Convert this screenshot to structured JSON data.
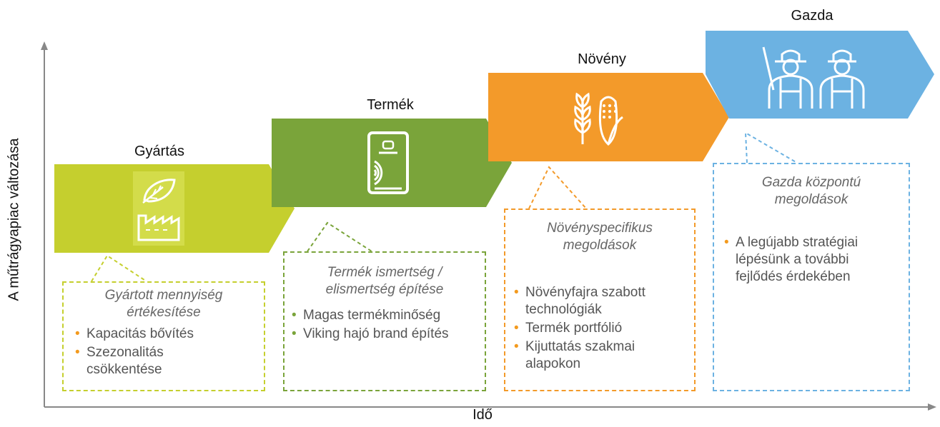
{
  "axes": {
    "y_title": "A műtrágyapiac változása",
    "x_title": "Idő"
  },
  "stages": [
    {
      "title": "Gyártás",
      "color": "#c5cf2e",
      "icon": "leaf-factory-icon",
      "box_title": "Gyártott mennyiség értékesítése",
      "bullets": [
        "Kapacitás bővítés",
        "Szezonalitás csökkentése"
      ]
    },
    {
      "title": "Termék",
      "color": "#7aa43a",
      "icon": "fertilizer-bag-icon",
      "box_title": "Termék ismertség / elismertség építése",
      "bullets": [
        "Magas termékminőség",
        "Viking hajó brand építés"
      ]
    },
    {
      "title": "Növény",
      "color": "#f39a2a",
      "icon": "wheat-corn-icon",
      "box_title": "Növényspecifikus megoldások",
      "bullets": [
        "Növényfajra szabott technológiák",
        "Termék portfólió",
        "Kijuttatás szakmai alapokon"
      ]
    },
    {
      "title": "Gazda",
      "color": "#6cb2e2",
      "icon": "farmers-icon",
      "box_title": "Gazda központú megoldások",
      "bullets": [
        "A legújabb stratégiai lépésünk a további fejlődés érdekében"
      ]
    }
  ]
}
